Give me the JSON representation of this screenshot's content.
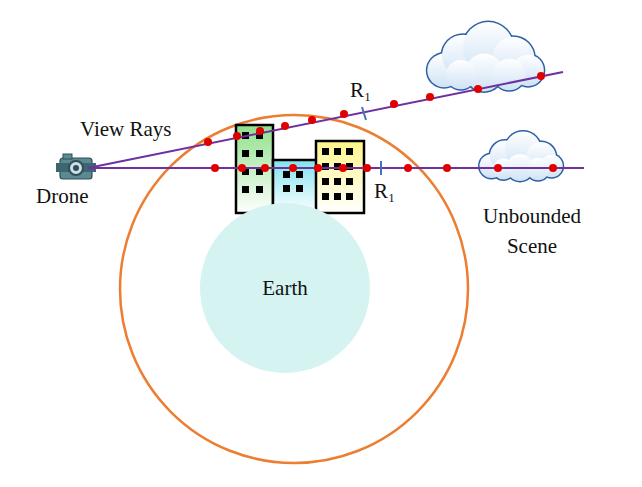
{
  "diagram": {
    "nodes": [
      {
        "text": [
          "Earth"
        ]
      }
    ],
    "labels": [
      "View Rays",
      "Drone",
      "R₁",
      "R₁",
      "Unbounded Scene"
    ]
  }
}
